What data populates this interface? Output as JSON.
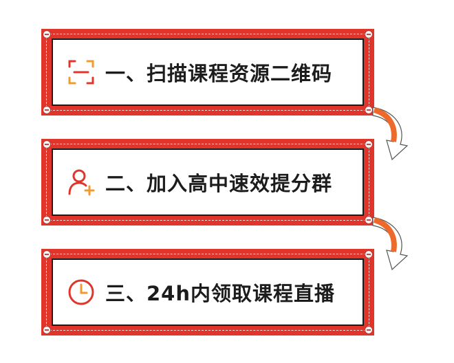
{
  "steps": [
    {
      "label": "一、扫描课程资源二维码",
      "icon": "scan-icon"
    },
    {
      "label": "二、加入高中速效提分群",
      "icon": "add-user-icon"
    },
    {
      "label": "三、24h内领取课程直播",
      "icon": "clock-icon"
    }
  ],
  "colors": {
    "frame_red": "#e0352b",
    "arrow_orange": "#ee6a2a",
    "icon_orange": "#f29a2e",
    "text_dark": "#1c1c1c"
  }
}
